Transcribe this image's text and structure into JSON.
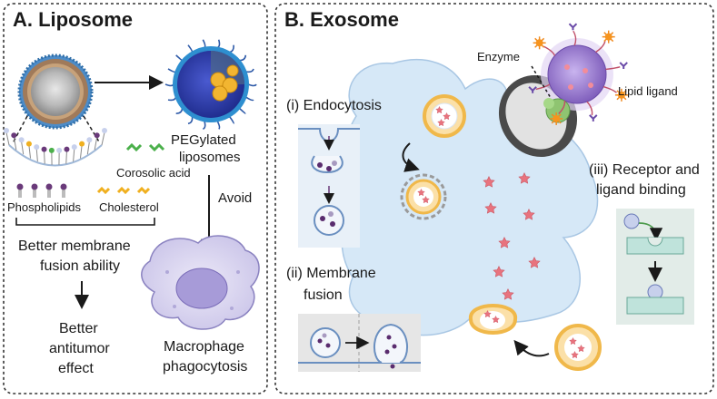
{
  "panel_a": {
    "title": "A. Liposome",
    "pegylated_line1": "PEGylated",
    "pegylated_line2": "liposomes",
    "corosolic_acid": "Corosolic acid",
    "phospholipids": "Phospholipids",
    "cholesterol": "Cholesterol",
    "fusion_line1": "Better membrane",
    "fusion_line2": "fusion ability",
    "antitumor_line1": "Better",
    "antitumor_line2": "antitumor",
    "antitumor_line3": "effect",
    "avoid": "Avoid",
    "macrophage_line1": "Macrophage",
    "macrophage_line2": "phagocytosis"
  },
  "panel_b": {
    "title": "B. Exosome",
    "enzyme": "Enzyme",
    "lipid_ligand": "Lipid ligand",
    "endocytosis": "(i) Endocytosis",
    "membrane_fusion_line1": "(ii) Membrane",
    "membrane_fusion_line2": "fusion",
    "receptor_line1": "(iii) Receptor and",
    "receptor_line2": "ligand binding"
  },
  "colors": {
    "border": "#333333",
    "cell_fill": "#d6e8f7",
    "macrophage_fill": "#d8d4ee",
    "exosome_ring": "#f7c46a",
    "exosome_purple": "#8a6cc4",
    "star_red": "#e8737e",
    "inset_bg": "#e8f0f8"
  }
}
